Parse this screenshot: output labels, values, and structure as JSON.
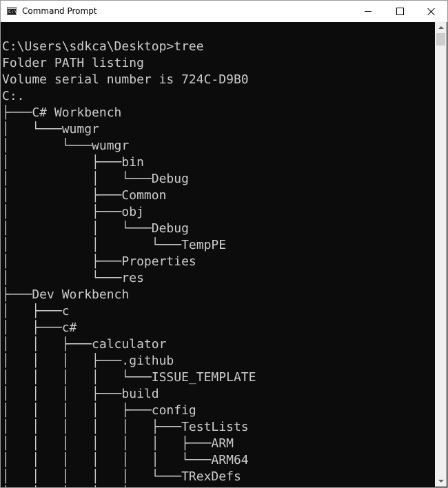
{
  "window": {
    "title": "Command Prompt",
    "icon_label": "C:\\",
    "controls": {
      "minimize": "minimize-icon",
      "maximize": "maximize-icon",
      "close": "close-icon"
    }
  },
  "console": {
    "background": "#0c0c0c",
    "foreground": "#cccccc",
    "lines": [
      "C:\\Users\\sdkca\\Desktop>tree",
      "Folder PATH listing",
      "Volume serial number is 724C-D9B0",
      "C:.",
      "├───C# Workbench",
      "│   └───wumgr",
      "│       └───wumgr",
      "│           ├───bin",
      "│           │   └───Debug",
      "│           ├───Common",
      "│           ├───obj",
      "│           │   └───Debug",
      "│           │       └───TempPE",
      "│           ├───Properties",
      "│           └───res",
      "├───Dev Workbench",
      "│   ├───c",
      "│   ├───c#",
      "│   │   ├───calculator",
      "│   │   │   ├───.github",
      "│   │   │   │   └───ISSUE_TEMPLATE",
      "│   │   │   ├───build",
      "│   │   │   │   ├───config",
      "│   │   │   │   │   ├───TestLists",
      "│   │   │   │   │   │   ├───ARM",
      "│   │   │   │   │   │   └───ARM64",
      "│   │   │   │   │   └───TRexDefs",
      "│   │   │   │   │"
    ]
  },
  "scrollbar": {
    "up": "chevron-up-icon",
    "down": "chevron-down-icon"
  }
}
